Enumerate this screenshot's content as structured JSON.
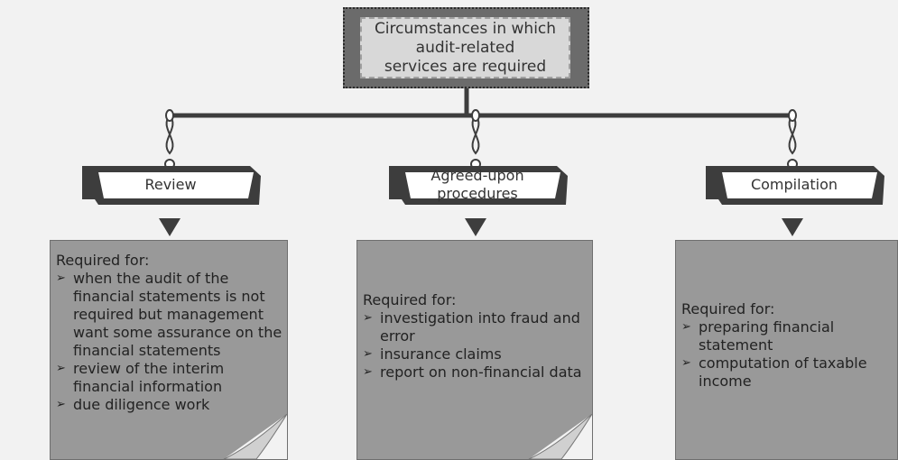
{
  "root": {
    "label": "Circumstances in which\naudit-related\nservices are required"
  },
  "branches": [
    {
      "title": "Review",
      "heading": "Required for:",
      "items": [
        "when the audit of the financial statements is not required but management want some assurance on  the financial statements",
        "review of the interim financial information",
        "due diligence work"
      ]
    },
    {
      "title": "Agreed-upon\nprocedures",
      "heading": "Required for:",
      "items": [
        "investigation into fraud and error",
        "insurance claims",
        "report  on non-financial data"
      ]
    },
    {
      "title": "Compilation",
      "heading": "Required for:",
      "items": [
        "preparing financial statement",
        "computation of taxable income"
      ]
    }
  ],
  "bullet_symbol": "➢",
  "colors": {
    "background": "#f2f2f2",
    "connector": "#3d3d3d",
    "root_fill": "#6b6b6b",
    "root_inner": "#d8d8d8",
    "ribbon": "#3d3d3d",
    "card": "#ffffff",
    "note": "#999999"
  }
}
